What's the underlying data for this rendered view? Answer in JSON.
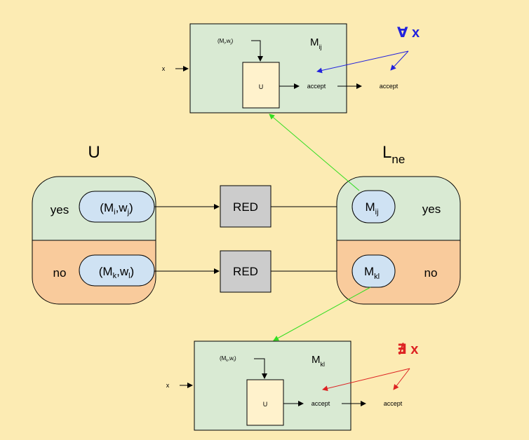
{
  "colors": {
    "background": "#fcebb3",
    "machine_box": "#d9ead3",
    "u_box": "#fff2cc",
    "yes_region": "#d9ead3",
    "no_region": "#f9cb9c",
    "pill": "#cfe2f3",
    "red_box": "#cccccc",
    "green_arrow": "#33dd22",
    "blue_arrow": "#2222dd",
    "red_arrow": "#dd2222"
  },
  "top_machine": {
    "name": "M",
    "name_sub": "ij",
    "input_label": "x",
    "pair_open": "(M",
    "pair_sub1": "i",
    "pair_mid": ",w",
    "pair_sub2": "j",
    "pair_close": ")",
    "u_label": "U",
    "accept_inner": "accept",
    "accept_outer": "accept",
    "quantifier": "∀ x"
  },
  "bottom_machine": {
    "name": "M",
    "name_sub": "kl",
    "input_label": "x",
    "pair_open": "(M",
    "pair_sub1": "k",
    "pair_mid": ",w",
    "pair_sub2": "l",
    "pair_close": ")",
    "u_label": "U",
    "accept_inner": "accept",
    "accept_outer": "accept",
    "quantifier": "∄ x"
  },
  "left_set": {
    "title": "U",
    "yes_label": "yes",
    "no_label": "no",
    "yes_pill": {
      "open": "(M",
      "sub1": "i",
      "mid": ",w",
      "sub2": "j",
      "close": ")"
    },
    "no_pill": {
      "open": "(M",
      "sub1": "k",
      "mid": ",w",
      "sub2": "l",
      "close": ")"
    }
  },
  "right_set": {
    "title": "L",
    "title_sub": "ne",
    "yes_label": "yes",
    "no_label": "no",
    "yes_pill": {
      "name": "M",
      "sub": "ij"
    },
    "no_pill": {
      "name": "M",
      "sub": "kl"
    }
  },
  "reductions": {
    "top_label": "RED",
    "bottom_label": "RED"
  }
}
